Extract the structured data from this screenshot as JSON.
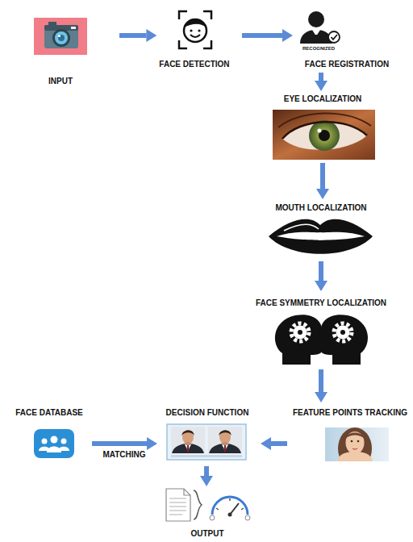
{
  "diagram": {
    "nodes": [
      {
        "text": [
          "INPUT"
        ]
      },
      {
        "text": [
          "FACE DETECTION"
        ]
      },
      {
        "text": [
          "RECOGNIZED",
          "FACE REGISTRATION"
        ]
      },
      {
        "text": [
          "EYE LOCALIZATION"
        ]
      },
      {
        "text": [
          "MOUTH LOCALIZATION"
        ]
      },
      {
        "text": [
          "FACE SYMMETRY LOCALIZATION"
        ]
      },
      {
        "text": [
          "FACE DATABASE"
        ]
      },
      {
        "text": [
          "DECISION FUNCTION"
        ]
      },
      {
        "text": [
          "FEATURE POINTS TRACKING"
        ]
      },
      {
        "text": [
          "OUTPUT"
        ]
      }
    ],
    "edges": [
      {
        "from": 0,
        "to": 1,
        "arrow": "to"
      },
      {
        "from": 1,
        "to": 2,
        "arrow": "to"
      },
      {
        "from": 2,
        "to": 3,
        "arrow": "to"
      },
      {
        "from": 3,
        "to": 4,
        "arrow": "to"
      },
      {
        "from": 4,
        "to": 5,
        "arrow": "to"
      },
      {
        "from": 5,
        "to": 8,
        "arrow": "to"
      },
      {
        "from": 8,
        "to": 7,
        "arrow": "to"
      },
      {
        "from": 6,
        "to": 7,
        "label": "MATCHING",
        "arrow": "to"
      },
      {
        "from": 7,
        "to": 9,
        "arrow": "to"
      }
    ]
  }
}
